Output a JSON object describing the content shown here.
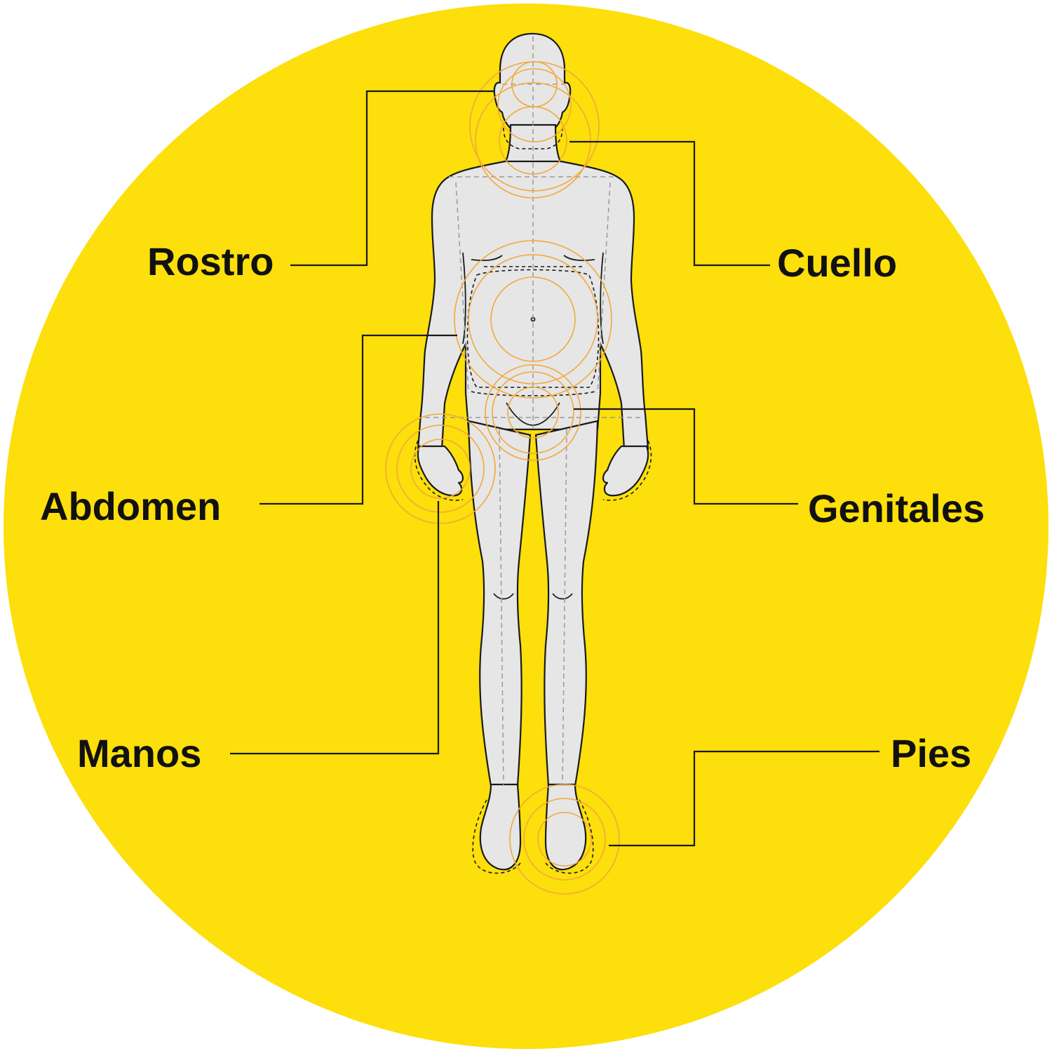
{
  "colors": {
    "background_circle": "#FCDF0B",
    "body_fill": "#E6E6E6",
    "outline": "#1A1A1A",
    "guide_dashed": "#9A9A9A",
    "zone_rings": "#F2A93B",
    "label_text": "#111111"
  },
  "labels": {
    "rostro": "Rostro",
    "cuello": "Cuello",
    "abdomen": "Abdomen",
    "genitales": "Genitales",
    "manos": "Manos",
    "pies": "Pies"
  }
}
